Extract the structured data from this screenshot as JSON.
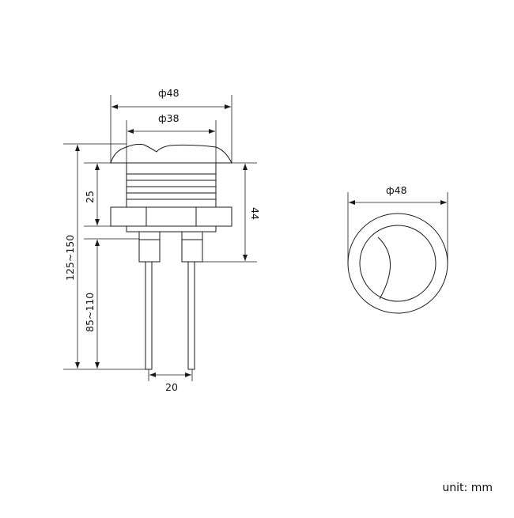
{
  "dimensions": {
    "top_outer_diameter": "ф48",
    "top_inner_diameter": "ф38",
    "head_height": "25",
    "total_length": "125~150",
    "pin_length": "85~110",
    "body_length": "44",
    "pin_spacing": "20",
    "front_view_diameter": "ф48"
  },
  "unit": "unit: mm",
  "colors": {
    "line": "#1a1a1a",
    "background": "#ffffff"
  }
}
